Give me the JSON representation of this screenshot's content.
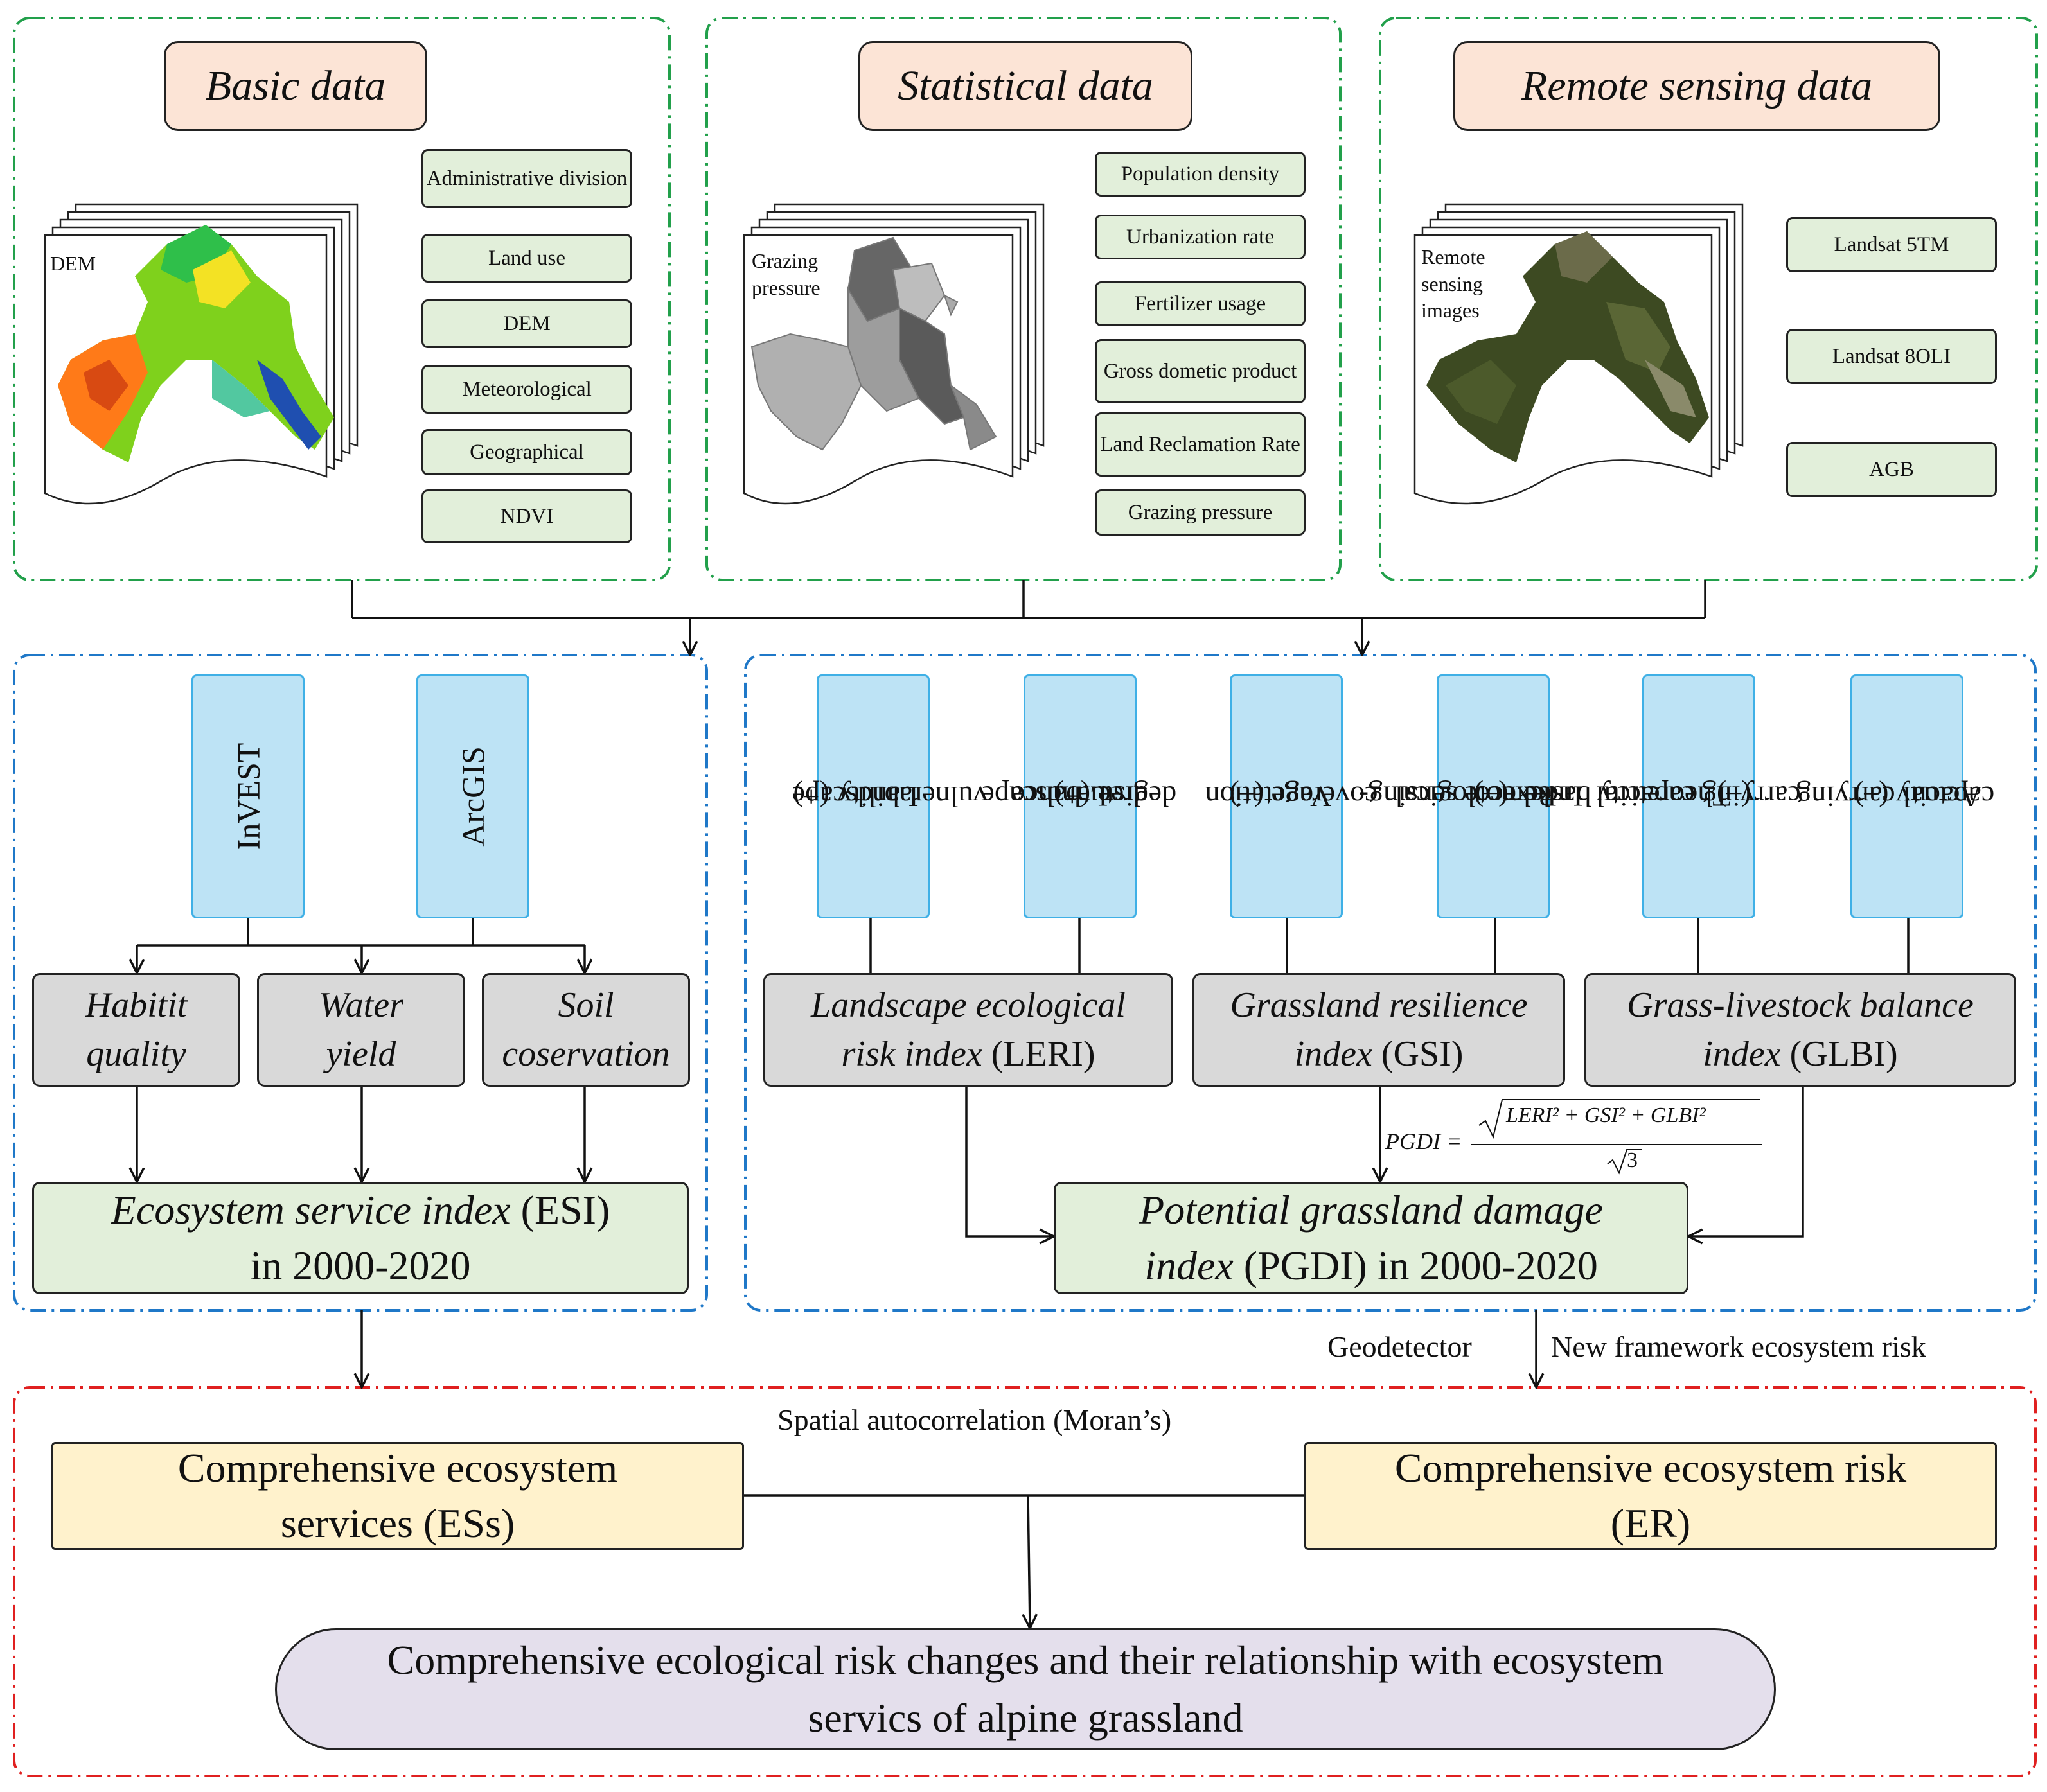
{
  "sources": {
    "basic": {
      "title": "Basic data",
      "map_label": "DEM",
      "items": [
        "Administrative division",
        "Land use",
        "DEM",
        "Meteorological",
        "Geographical",
        "NDVI"
      ]
    },
    "statistical": {
      "title": "Statistical data",
      "map_label": "Grazing pressure",
      "items": [
        "Population density",
        "Urbanization rate",
        "Fertilizer usage",
        "Gross dometic product",
        "Land Reclamation Rate",
        "Grazing pressure"
      ]
    },
    "remote": {
      "title": "Remote sensing data",
      "map_label": "Remote sensing images",
      "items": [
        "Landsat 5TM",
        "Landsat 8OLI",
        "AGB"
      ]
    }
  },
  "esi_panel": {
    "tools": [
      "InVEST",
      "ArcGIS"
    ],
    "services": [
      {
        "line1": "Habitit",
        "line2": "quality"
      },
      {
        "line1": "Water",
        "line2": "yield"
      },
      {
        "line1": "Soil",
        "line2": "coservation"
      }
    ],
    "result": {
      "italic": "Ecosystem service index",
      "abbr": "(ESI)",
      "period": "in 2000-2020"
    }
  },
  "pgdi_panel": {
    "indicators": [
      {
        "line1": "Landscape",
        "line2": "vulnerability  (+)"
      },
      {
        "line1": "Landscape",
        "line2": "disturbance",
        "line3": "degree  (+)"
      },
      {
        "line1": "Vegetation",
        "line2": "coverage  (–)"
      },
      {
        "line1": "Remote sensing-",
        "line2": "based ecological",
        "line3": "Index  (–)"
      },
      {
        "line1": "Theoretical",
        "line2": "carrying capacity",
        "line3": "(–)"
      },
      {
        "line1": "Actual carrying",
        "line2": "capacity  (–)"
      }
    ],
    "indices": [
      {
        "l1": "Landscape ecological",
        "l2i": "risk index",
        "l2": "(LERI)"
      },
      {
        "l1": "Grassland resilience",
        "l2i": "index",
        "l2": "(GSI)"
      },
      {
        "l1": "Grass-livestock balance",
        "l2i": "index",
        "l2": "(GLBI)"
      }
    ],
    "formula": {
      "lhs": "PGDI =",
      "num": "LERI² + GSI² + GLBI²",
      "den": "3"
    },
    "result": {
      "italic1": "Potential grassland damage",
      "italic2": "index",
      "abbr": "(PGDI) in 2000-2020"
    }
  },
  "bottom": {
    "label_geodetector": "Geodetector",
    "label_framework": "New framework ecosystem risk",
    "label_spatial": "Spatial autocorrelation (Moran’s)",
    "ess_l1": "Comprehensive ecosystem",
    "ess_l2": "services (ESs)",
    "er_l1": "Comprehensive ecosystem risk",
    "er_l2": "(ER)",
    "final_l1": "Comprehensive ecological risk changes and their relationship with ecosystem",
    "final_l2": "servics of alpine grassland"
  },
  "colors": {
    "green_dash": "#22a04b",
    "blue_dash": "#1f78c8",
    "red_dash": "#e02020",
    "header_fill": "#fce4d6",
    "small_fill": "#e2efda",
    "indicator_fill": "#bde3f5",
    "index_fill": "#d9d9d9",
    "result_fill": "#e2efda",
    "yellow_fill": "#fff2cc",
    "purple_fill": "#e4dfec"
  }
}
